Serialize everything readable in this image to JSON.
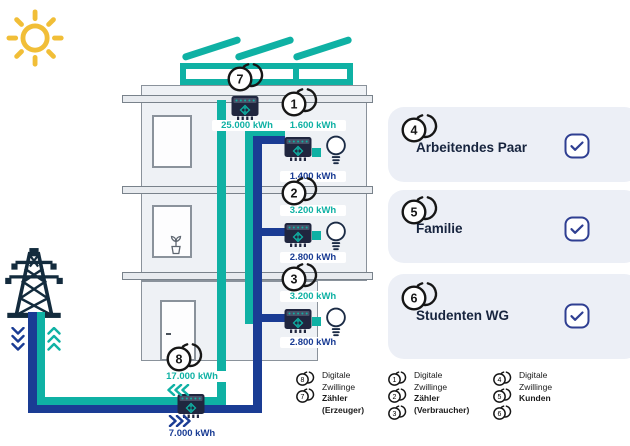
{
  "colors": {
    "teal": "#0FB1A4",
    "navy": "#1A3C94",
    "ink": "#161616",
    "panel_bg": "#ECEFF6",
    "sun": "#F1BE37",
    "checkbox": "#2F3F92"
  },
  "pv": {
    "badge": "7",
    "production": "25.000 kWh"
  },
  "grid": {
    "badge": "8",
    "export_label": "17.000 kWh",
    "import_label": "7.000 kWh"
  },
  "apartments": [
    {
      "badge": "1",
      "supply": "1.600 kWh",
      "consumption": "1.400 kWh"
    },
    {
      "badge": "2",
      "supply": "3.200 kWh",
      "consumption": "2.800 kWh"
    },
    {
      "badge": "3",
      "supply": "3.200 kWh",
      "consumption": "2.800 kWh"
    }
  ],
  "customers": [
    {
      "badge": "4",
      "name": "Arbeitendes Paar"
    },
    {
      "badge": "5",
      "name": "Familie"
    },
    {
      "badge": "6",
      "name": "Studenten WG"
    }
  ],
  "legend": {
    "groups": [
      {
        "badges": [
          "8",
          "7"
        ],
        "line1": "Digitale",
        "line2": "Zwillinge",
        "line3": "Zähler",
        "line4": "(Erzeuger)"
      },
      {
        "badges": [
          "1",
          "2",
          "3"
        ],
        "line1": "Digitale",
        "line2": "Zwillinge",
        "line3": "Zähler",
        "line4": "(Verbraucher)"
      },
      {
        "badges": [
          "4",
          "5",
          "6"
        ],
        "line1": "Digitale",
        "line2": "Zwillinge",
        "line3": "Kunden",
        "line4": ""
      }
    ]
  }
}
